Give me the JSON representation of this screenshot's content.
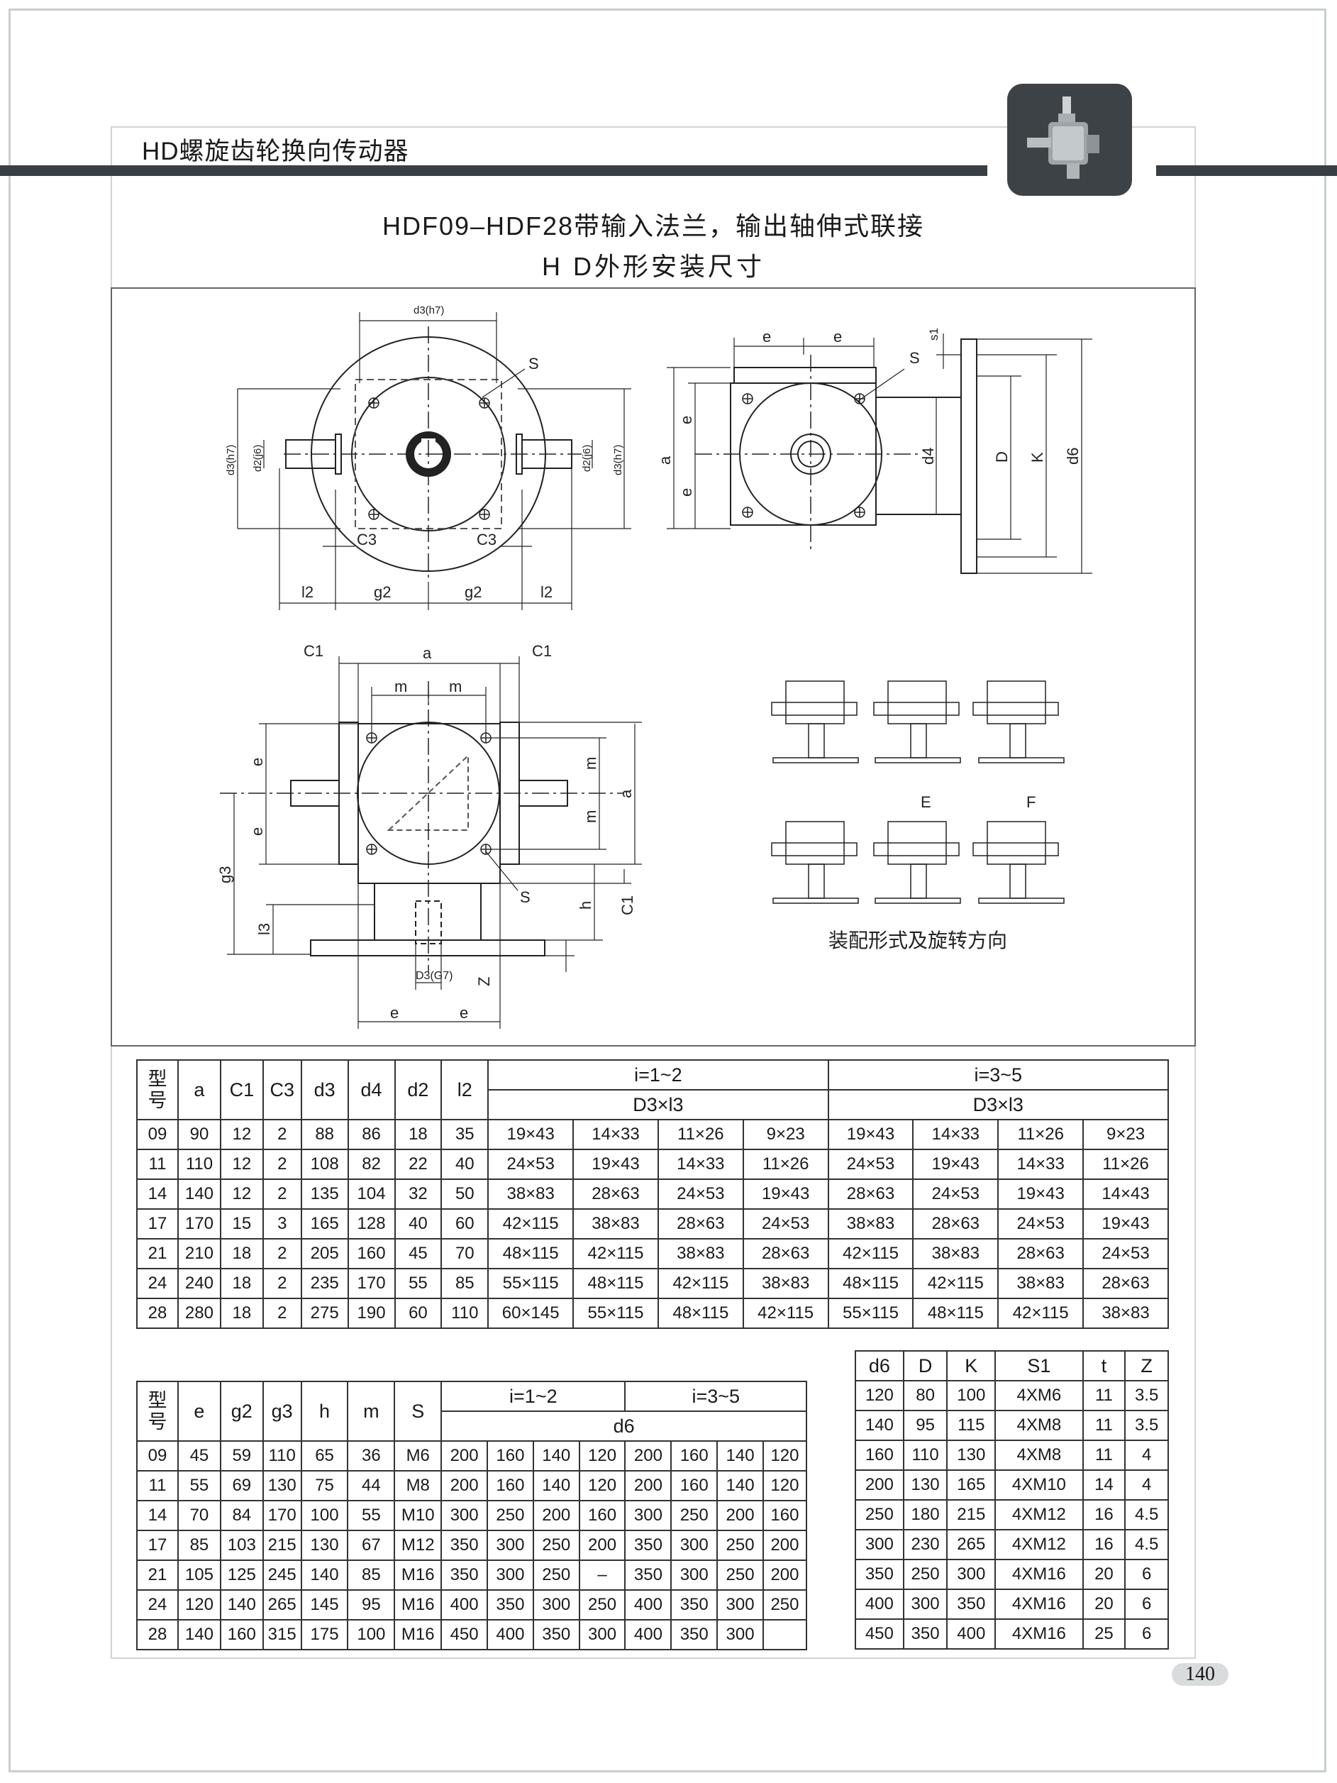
{
  "header": {
    "series_title": "HD螺旋齿轮换向传动器",
    "product_title_line1": "HDF09–HDF28带输入法兰，输出轴伸式联接",
    "product_title_line2": "H D外形安装尺寸",
    "thumbnail_icon": "gear-reducer-photo-icon"
  },
  "drawing": {
    "top_left": {
      "d3h7_top": "d3(h7)",
      "s_label": "S",
      "d3h7_left": "d3(h7)",
      "d2j6_left": "d2(j6)",
      "d2j6_right": "d2(j6)",
      "d3h7_right": "d3(h7)",
      "c3_left": "C3",
      "c3_right": "C3",
      "l2_left": "l2",
      "g2_left": "g2",
      "g2_right": "g2",
      "l2_right": "l2"
    },
    "top_right": {
      "e_left": "e",
      "e_right": "e",
      "s1": "s1",
      "s_label": "S",
      "a": "a",
      "e_up": "e",
      "e_down": "e",
      "d4": "d4",
      "D": "D",
      "K": "K",
      "d6": "d6"
    },
    "bottom_left": {
      "c1_left": "C1",
      "a": "a",
      "c1_right": "C1",
      "m_left": "m",
      "m_right": "m",
      "e_up": "e",
      "e_down": "e",
      "m_up": "m",
      "m_down": "m",
      "a_right": "a",
      "g3": "g3",
      "s_label": "S",
      "h": "h",
      "c1_vert": "C1",
      "l3": "l3",
      "d3g7": "D3(G7)",
      "z": "Z",
      "e_bottom_left": "e",
      "e_bottom_right": "e"
    },
    "assembly": {
      "label_E": "E",
      "label_F": "F",
      "caption": "装配形式及旋转方向"
    }
  },
  "table1": {
    "headers": [
      "型号",
      "a",
      "C1",
      "C3",
      "d3",
      "d4",
      "d2",
      "l2"
    ],
    "ratio_group1": "i=1~2",
    "ratio_group2": "i=3~5",
    "sub_header1": "D3×l3",
    "sub_header2": "D3×l3",
    "rows": [
      [
        "09",
        "90",
        "12",
        "2",
        "88",
        "86",
        "18",
        "35",
        "19×43",
        "14×33",
        "11×26",
        "9×23",
        "19×43",
        "14×33",
        "11×26",
        "9×23"
      ],
      [
        "11",
        "110",
        "12",
        "2",
        "108",
        "82",
        "22",
        "40",
        "24×53",
        "19×43",
        "14×33",
        "11×26",
        "24×53",
        "19×43",
        "14×33",
        "11×26"
      ],
      [
        "14",
        "140",
        "12",
        "2",
        "135",
        "104",
        "32",
        "50",
        "38×83",
        "28×63",
        "24×53",
        "19×43",
        "28×63",
        "24×53",
        "19×43",
        "14×43"
      ],
      [
        "17",
        "170",
        "15",
        "3",
        "165",
        "128",
        "40",
        "60",
        "42×115",
        "38×83",
        "28×63",
        "24×53",
        "38×83",
        "28×63",
        "24×53",
        "19×43"
      ],
      [
        "21",
        "210",
        "18",
        "2",
        "205",
        "160",
        "45",
        "70",
        "48×115",
        "42×115",
        "38×83",
        "28×63",
        "42×115",
        "38×83",
        "28×63",
        "24×53"
      ],
      [
        "24",
        "240",
        "18",
        "2",
        "235",
        "170",
        "55",
        "85",
        "55×115",
        "48×115",
        "42×115",
        "38×83",
        "48×115",
        "42×115",
        "38×83",
        "28×63"
      ],
      [
        "28",
        "280",
        "18",
        "2",
        "275",
        "190",
        "60",
        "110",
        "60×145",
        "55×115",
        "48×115",
        "42×115",
        "55×115",
        "48×115",
        "42×115",
        "38×83"
      ]
    ]
  },
  "table2": {
    "headers": [
      "型号",
      "e",
      "g2",
      "g3",
      "h",
      "m",
      "S"
    ],
    "ratio_group1": "i=1~2",
    "ratio_group2": "i=3~5",
    "sub_header": "d6",
    "rows": [
      [
        "09",
        "45",
        "59",
        "110",
        "65",
        "36",
        "M6",
        "200",
        "160",
        "140",
        "120",
        "200",
        "160",
        "140",
        "120"
      ],
      [
        "11",
        "55",
        "69",
        "130",
        "75",
        "44",
        "M8",
        "200",
        "160",
        "140",
        "120",
        "200",
        "160",
        "140",
        "120"
      ],
      [
        "14",
        "70",
        "84",
        "170",
        "100",
        "55",
        "M10",
        "300",
        "250",
        "200",
        "160",
        "300",
        "250",
        "200",
        "160"
      ],
      [
        "17",
        "85",
        "103",
        "215",
        "130",
        "67",
        "M12",
        "350",
        "300",
        "250",
        "200",
        "350",
        "300",
        "250",
        "200"
      ],
      [
        "21",
        "105",
        "125",
        "245",
        "140",
        "85",
        "M16",
        "350",
        "300",
        "250",
        "–",
        "350",
        "300",
        "250",
        "200"
      ],
      [
        "24",
        "120",
        "140",
        "265",
        "145",
        "95",
        "M16",
        "400",
        "350",
        "300",
        "250",
        "400",
        "350",
        "300",
        "250"
      ],
      [
        "28",
        "140",
        "160",
        "315",
        "175",
        "100",
        "M16",
        "450",
        "400",
        "350",
        "300",
        "400",
        "350",
        "300",
        ""
      ]
    ]
  },
  "table3": {
    "headers": [
      "d6",
      "D",
      "K",
      "S1",
      "t",
      "Z"
    ],
    "rows": [
      [
        "120",
        "80",
        "100",
        "4XM6",
        "11",
        "3.5"
      ],
      [
        "140",
        "95",
        "115",
        "4XM8",
        "11",
        "3.5"
      ],
      [
        "160",
        "110",
        "130",
        "4XM8",
        "11",
        "4"
      ],
      [
        "200",
        "130",
        "165",
        "4XM10",
        "14",
        "4"
      ],
      [
        "250",
        "180",
        "215",
        "4XM12",
        "16",
        "4.5"
      ],
      [
        "300",
        "230",
        "265",
        "4XM12",
        "16",
        "4.5"
      ],
      [
        "350",
        "250",
        "300",
        "4XM16",
        "20",
        "6"
      ],
      [
        "400",
        "300",
        "350",
        "4XM16",
        "20",
        "6"
      ],
      [
        "450",
        "350",
        "400",
        "4XM16",
        "25",
        "6"
      ]
    ]
  },
  "footer": {
    "page_number": "140"
  }
}
